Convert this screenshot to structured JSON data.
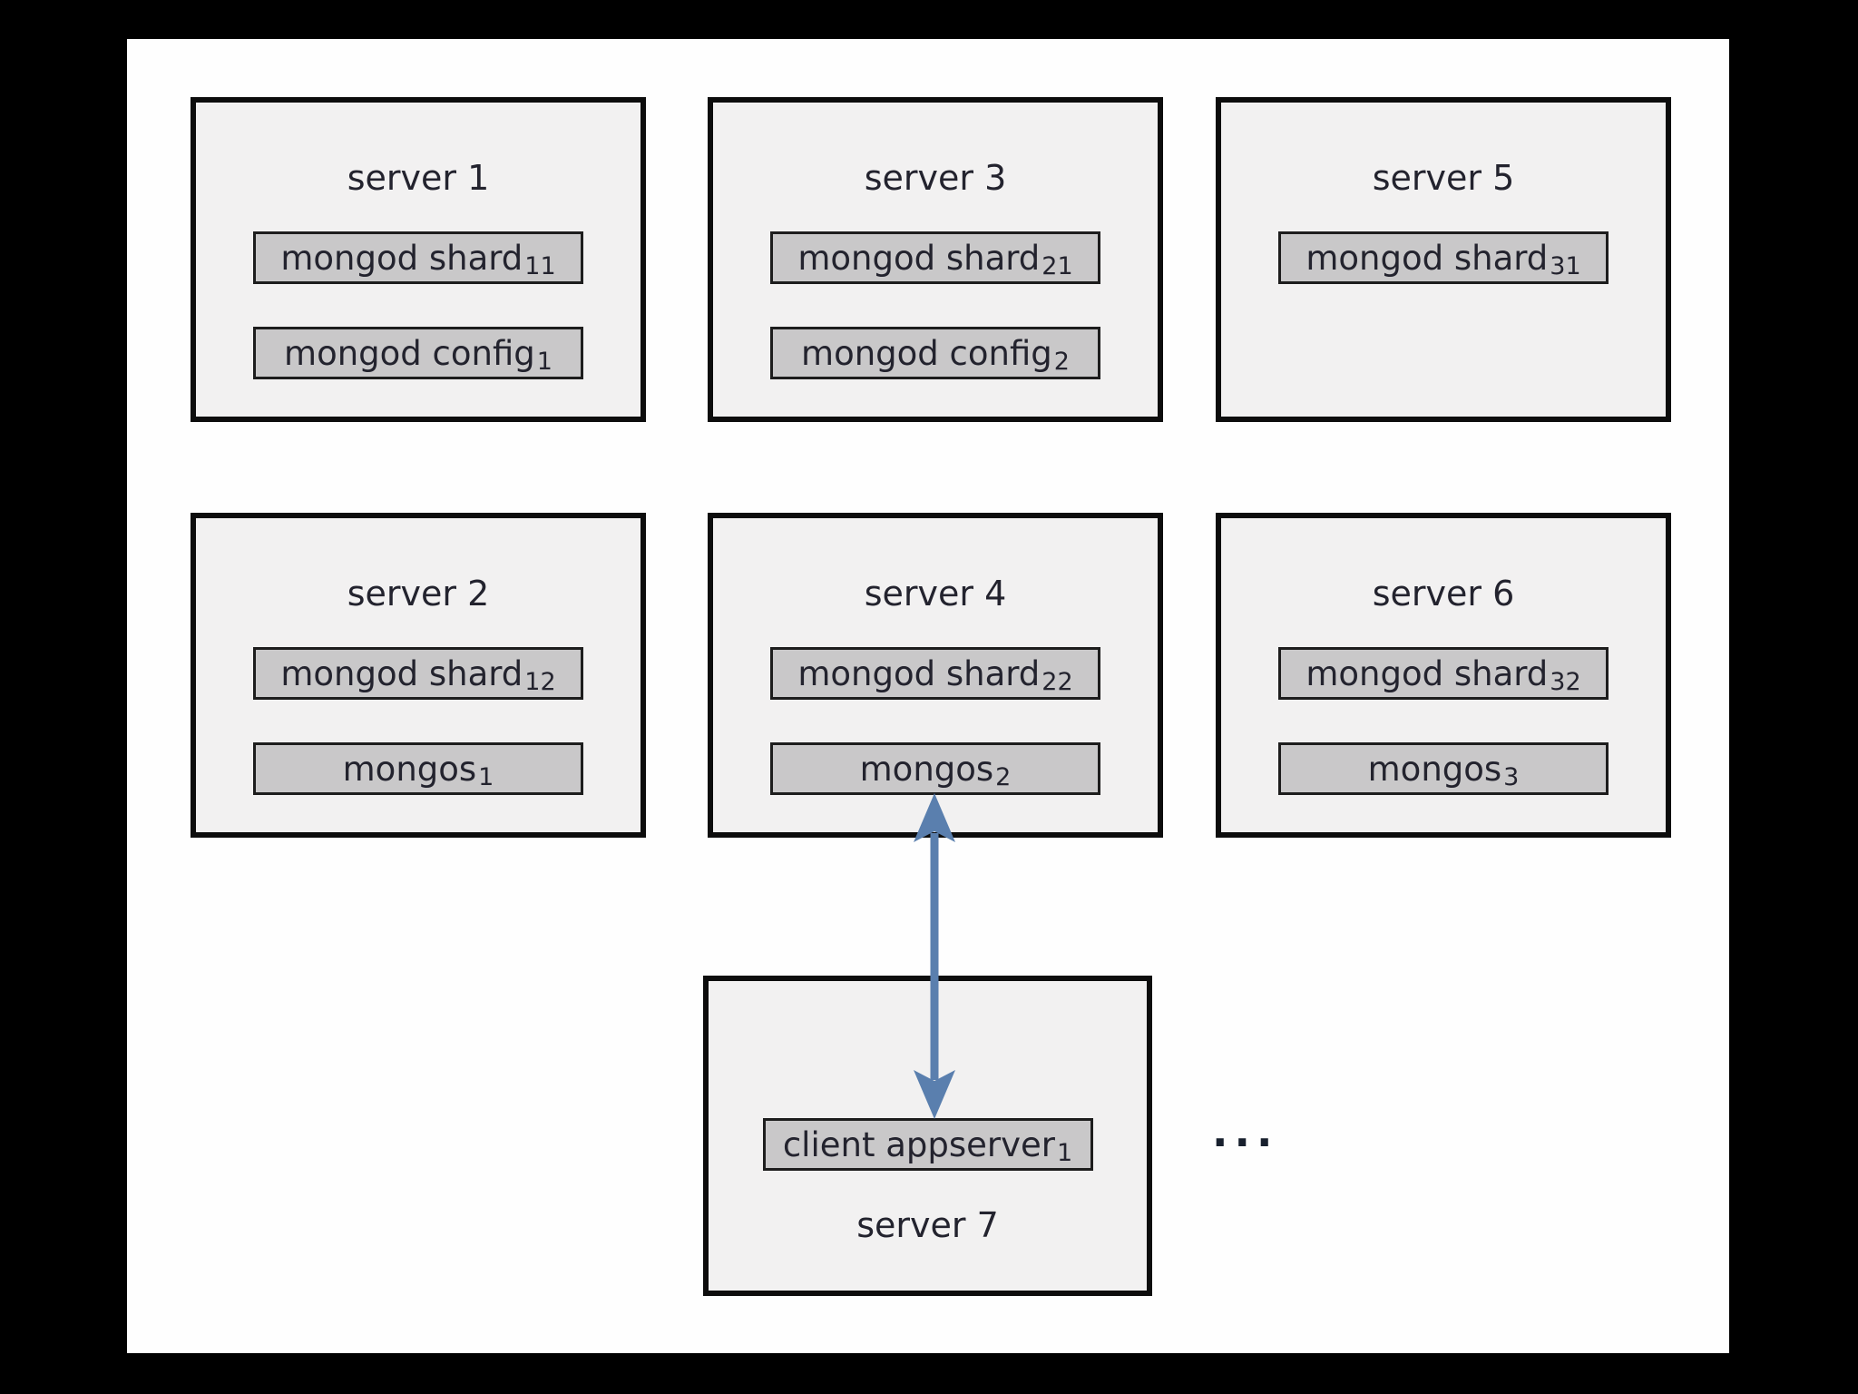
{
  "palette": {
    "background": "#000000",
    "canvas": "#fefefe",
    "server_box_fill": "#f2f1f1",
    "server_box_border": "#0d0d0d",
    "process_box_fill": "#c9c8c9",
    "process_box_border": "#1d1d1d",
    "text_color": "#23232e",
    "arrow_color": "#5a7fae"
  },
  "diagram": {
    "servers": [
      {
        "title": "server 1",
        "processes": [
          {
            "text": "mongod shard",
            "sub": "11"
          },
          {
            "text": "mongod config",
            "sub": "1"
          }
        ]
      },
      {
        "title": "server 3",
        "processes": [
          {
            "text": "mongod shard",
            "sub": "21"
          },
          {
            "text": "mongod config",
            "sub": "2"
          }
        ]
      },
      {
        "title": "server 5",
        "processes": [
          {
            "text": "mongod shard",
            "sub": "31"
          }
        ]
      },
      {
        "title": "server 2",
        "processes": [
          {
            "text": "mongod shard",
            "sub": "12"
          },
          {
            "text": "mongos",
            "sub": "1"
          }
        ]
      },
      {
        "title": "server 4",
        "processes": [
          {
            "text": "mongod shard",
            "sub": "22"
          },
          {
            "text": "mongos",
            "sub": "2"
          }
        ]
      },
      {
        "title": "server 6",
        "processes": [
          {
            "text": "mongod shard",
            "sub": "32"
          },
          {
            "text": "mongos",
            "sub": "3"
          }
        ]
      }
    ],
    "client_server": {
      "title": "server 7",
      "process": {
        "text": "client appserver",
        "sub": "1"
      }
    },
    "ellipsis": "..."
  }
}
